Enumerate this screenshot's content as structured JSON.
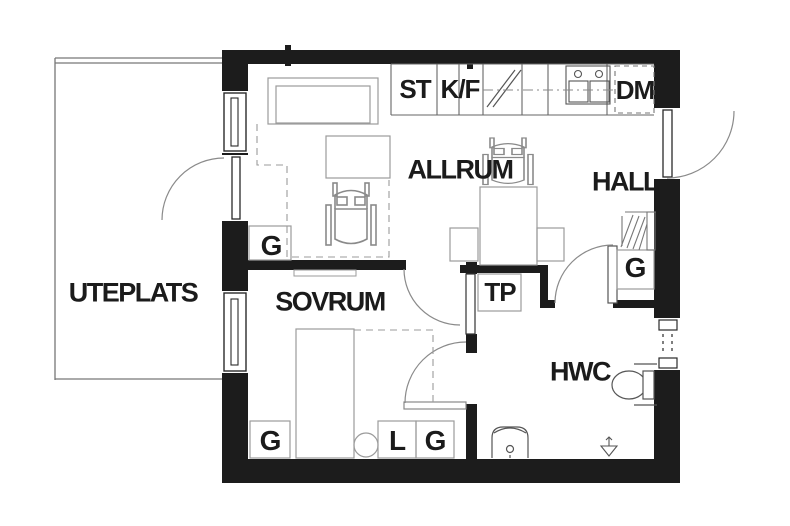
{
  "labels": {
    "uteplats": "UTEPLATS",
    "allrum": "ALLRUM",
    "hall": "HALL",
    "sovrum": "SOVRUM",
    "hwc": "HWC",
    "tp": "TP",
    "st": "ST",
    "kf": "K/F",
    "dm": "DM",
    "g": "G",
    "l": "L"
  },
  "colors": {
    "wall": "#1c1c1c",
    "furniture_line": "#9b9b9b",
    "door_line": "#8a8a8a",
    "kitchen_line": "#666666",
    "fixture_line": "#555555",
    "text": "#1b1b1b",
    "background": "#ffffff"
  }
}
